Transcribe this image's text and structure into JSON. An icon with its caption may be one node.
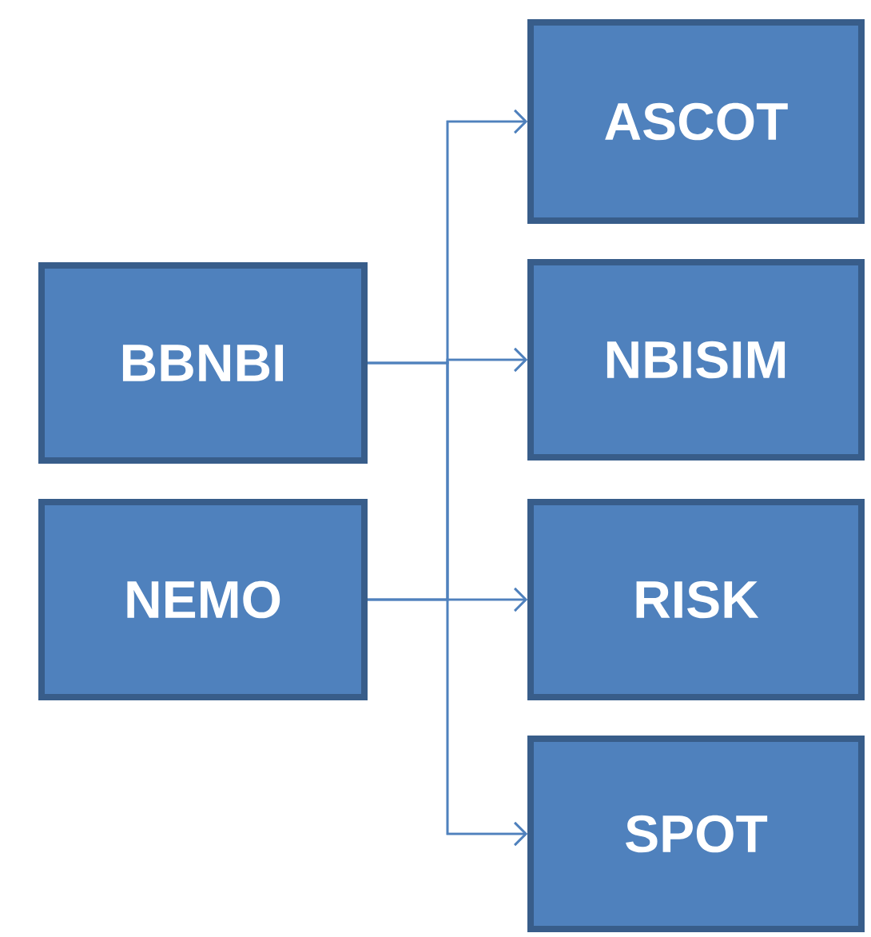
{
  "diagram": {
    "nodes": [
      {
        "text": [
          "BBNBI"
        ]
      },
      {
        "text": [
          "NEMO"
        ]
      },
      {
        "text": [
          "ASCOT"
        ]
      },
      {
        "text": [
          "NBISIM"
        ]
      },
      {
        "text": [
          "RISK"
        ]
      },
      {
        "text": [
          "SPOT"
        ]
      }
    ],
    "edges": [
      {
        "from": 0,
        "to": 2,
        "arrow": "to"
      },
      {
        "from": 0,
        "to": 3,
        "arrow": "to"
      },
      {
        "from": 0,
        "to": 4,
        "arrow": "to"
      },
      {
        "from": 0,
        "to": 5,
        "arrow": "to"
      },
      {
        "from": 1,
        "to": 2,
        "arrow": "to"
      },
      {
        "from": 1,
        "to": 3,
        "arrow": "to"
      },
      {
        "from": 1,
        "to": 4,
        "arrow": "to"
      },
      {
        "from": 1,
        "to": 5,
        "arrow": "to"
      }
    ]
  }
}
